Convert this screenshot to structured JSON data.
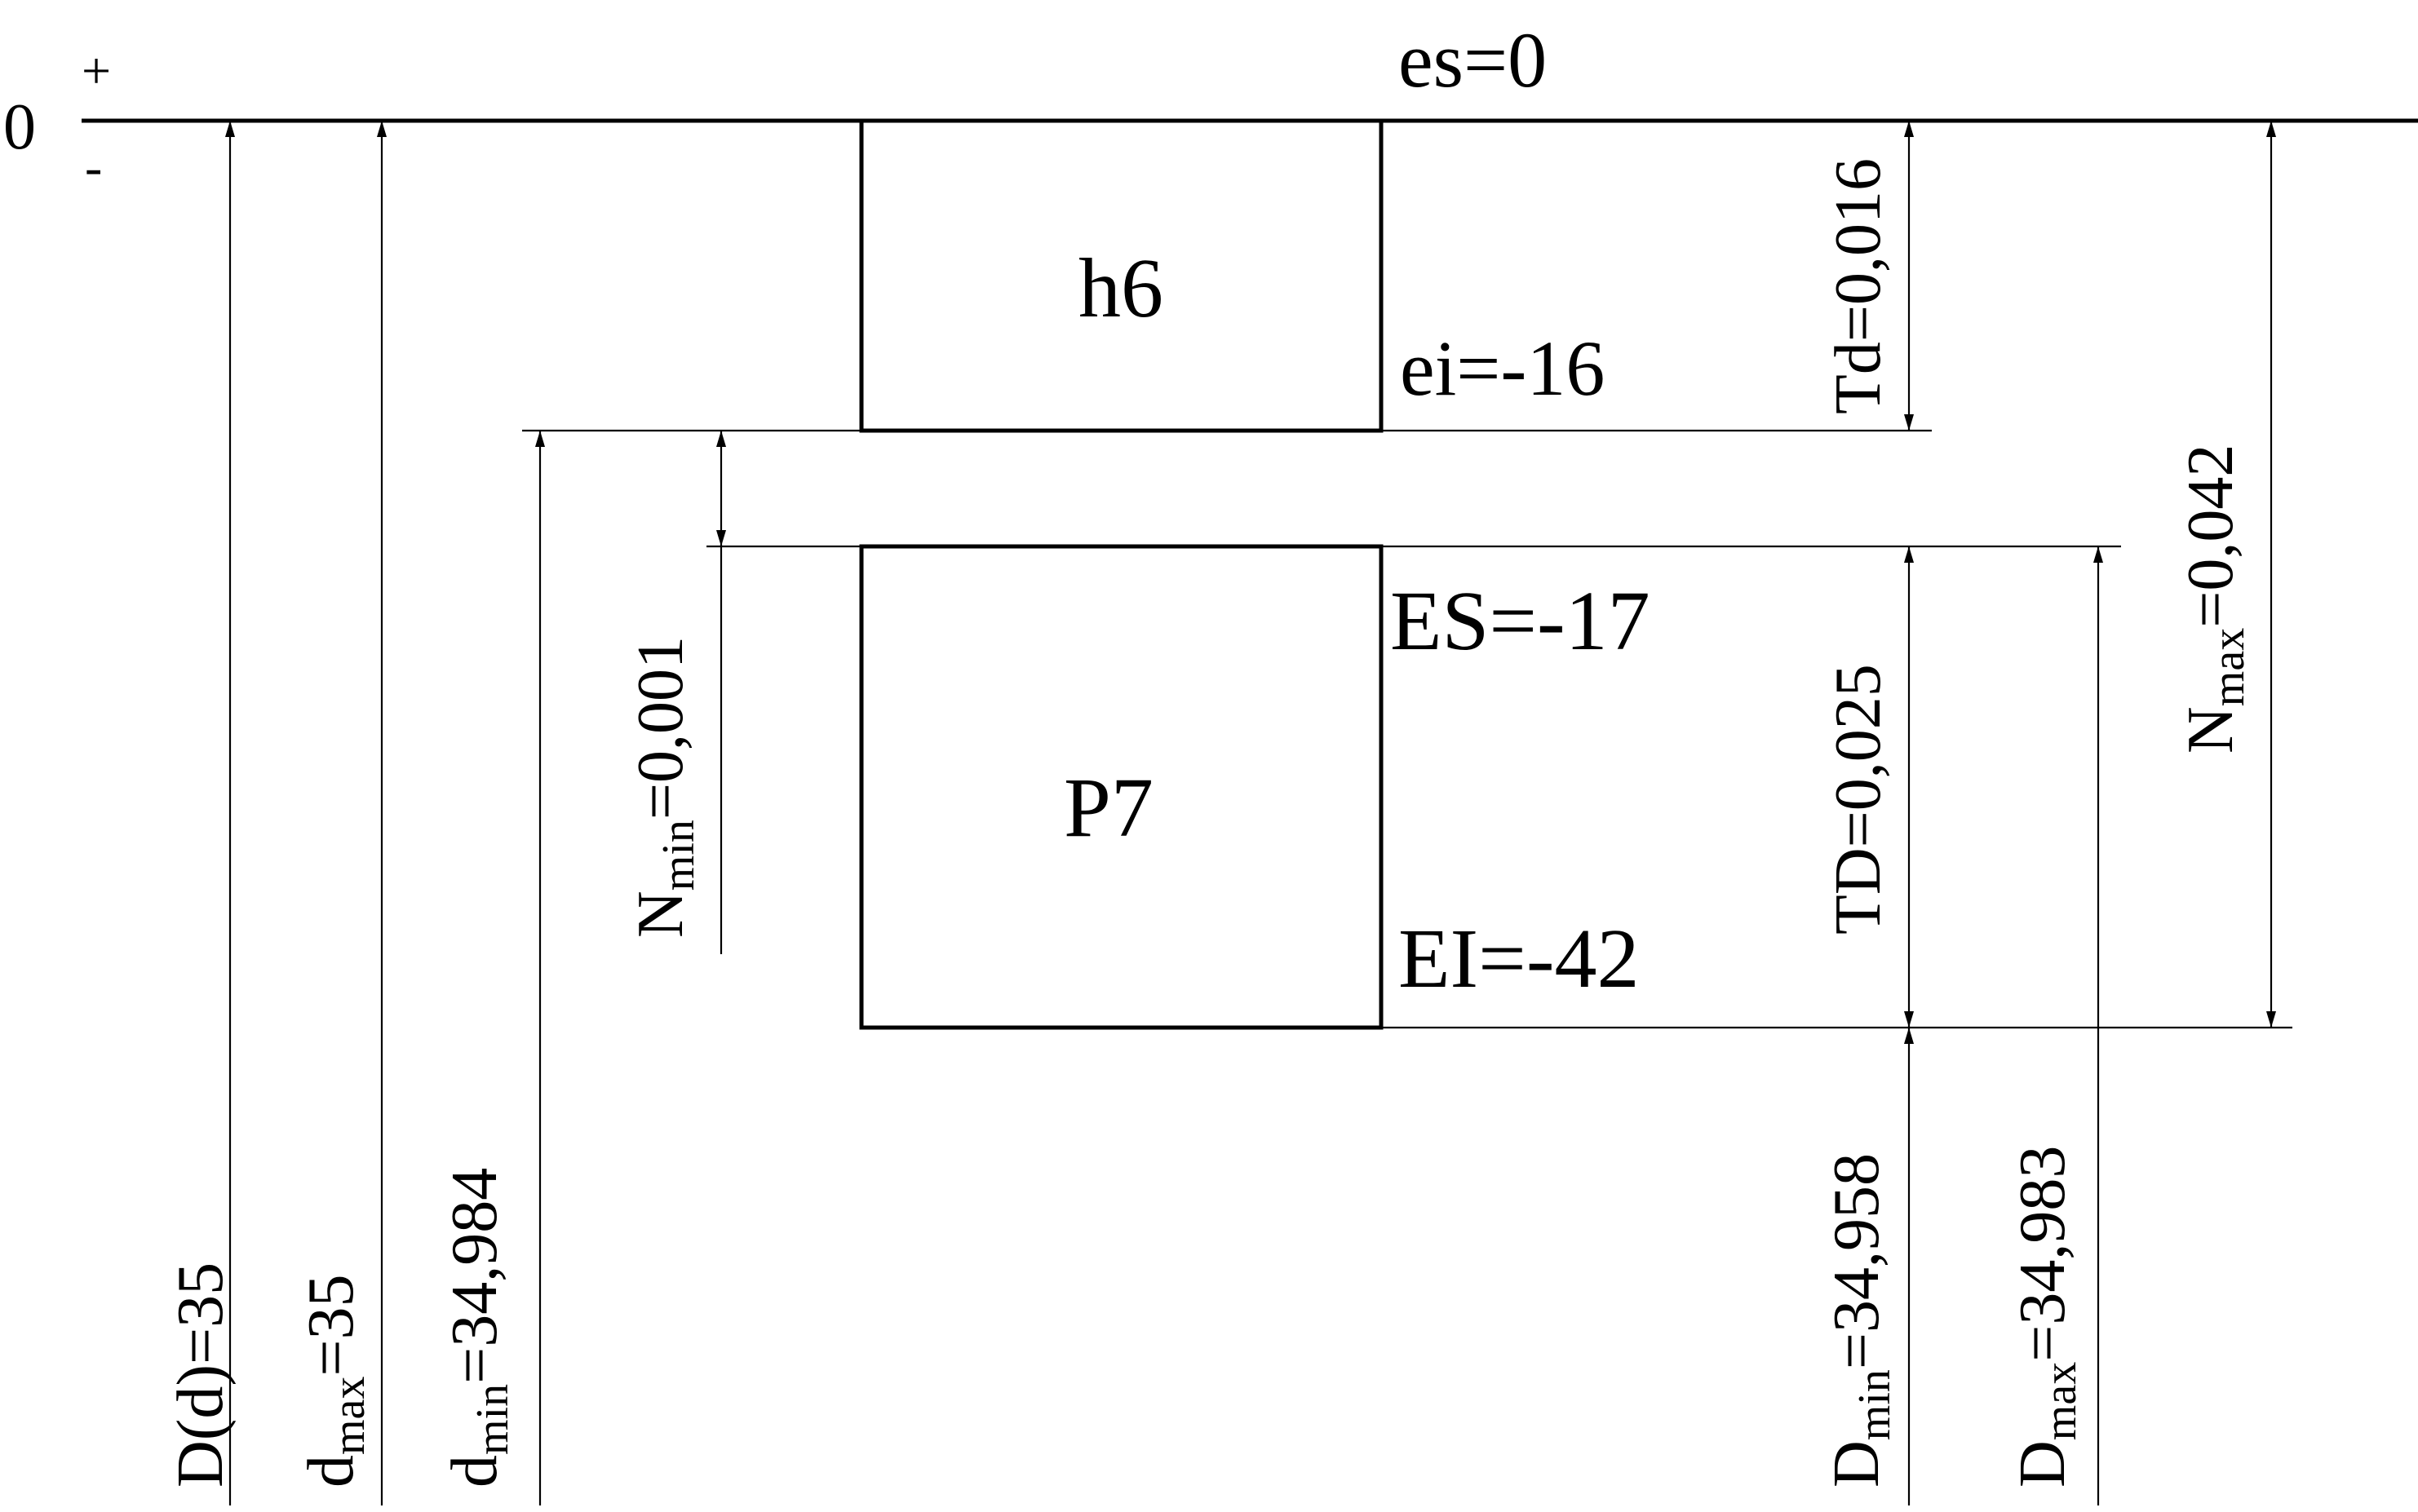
{
  "zero_line": {
    "zero": "0",
    "plus": "+",
    "minus": "-",
    "label": "es=0"
  },
  "shaft": {
    "name": "h6",
    "ei": "ei=-16",
    "td": "Td=0,016"
  },
  "hole": {
    "name": "P7",
    "es": "ES=-17",
    "ei": "EI=-42",
    "td": "TD=0,025"
  },
  "dims": {
    "nominal": {
      "prefix": "D(d)=35",
      "sub": "",
      "suffix": ""
    },
    "d_max": {
      "prefix": "d",
      "sub": "max",
      "suffix": "=35"
    },
    "d_min": {
      "prefix": "d",
      "sub": "min",
      "suffix": "=34,984"
    },
    "n_min": {
      "prefix": "N",
      "sub": "min",
      "suffix": "=0,001"
    },
    "D_min": {
      "prefix": "D",
      "sub": "min",
      "suffix": "=34,958"
    },
    "D_max": {
      "prefix": "D",
      "sub": "max",
      "suffix": "=34,983"
    },
    "n_max": {
      "prefix": "N",
      "sub": "max",
      "suffix": "=0,042"
    }
  }
}
